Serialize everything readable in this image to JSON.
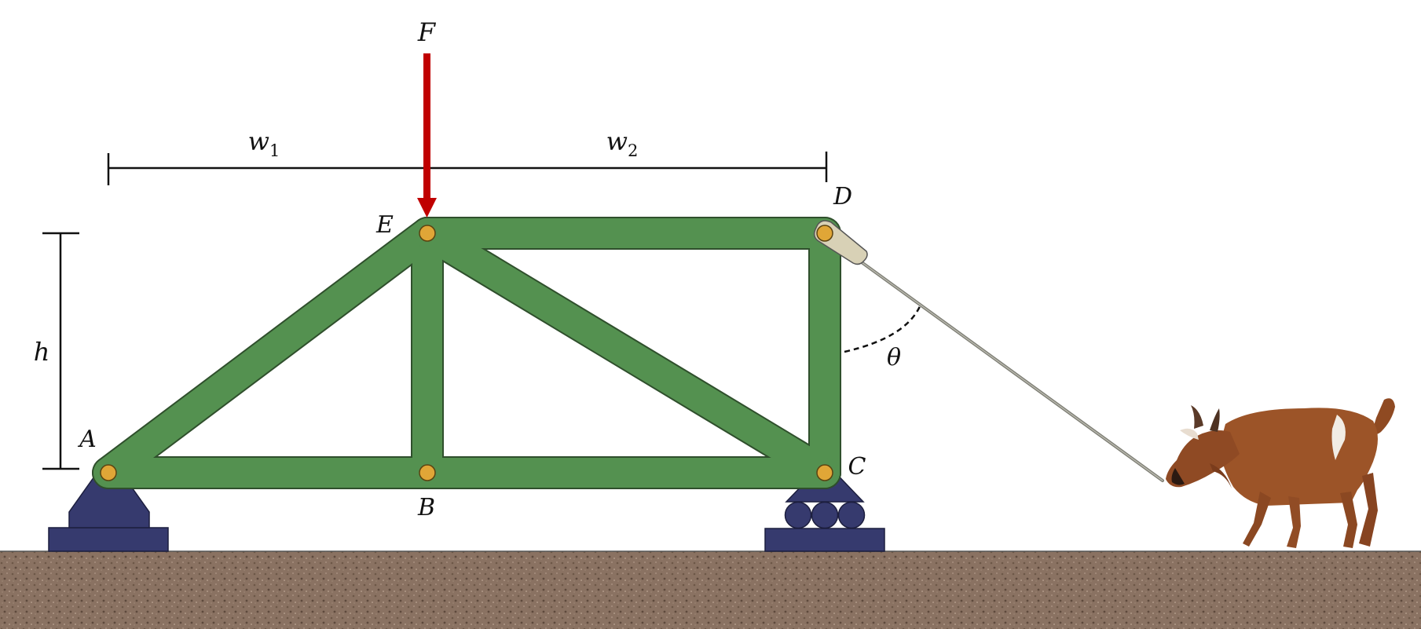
{
  "labels": {
    "force": "F",
    "width_left": "w",
    "width_left_sub": "1",
    "width_right": "w",
    "width_right_sub": "2",
    "height": "h",
    "angle": "θ",
    "node_a": "A",
    "node_b": "B",
    "node_c": "C",
    "node_d": "D",
    "node_e": "E"
  },
  "colors": {
    "member": "#549150",
    "member_outline": "#2f4f2c",
    "pin": "#e0a637",
    "support": "#363a6e",
    "force_arrow": "#c00000",
    "ground": "#8a7262",
    "goat": "#9c5428"
  },
  "icons": {
    "goat": "goat-icon",
    "pin_support": "pin-support-icon",
    "roller_support": "roller-support-icon"
  }
}
